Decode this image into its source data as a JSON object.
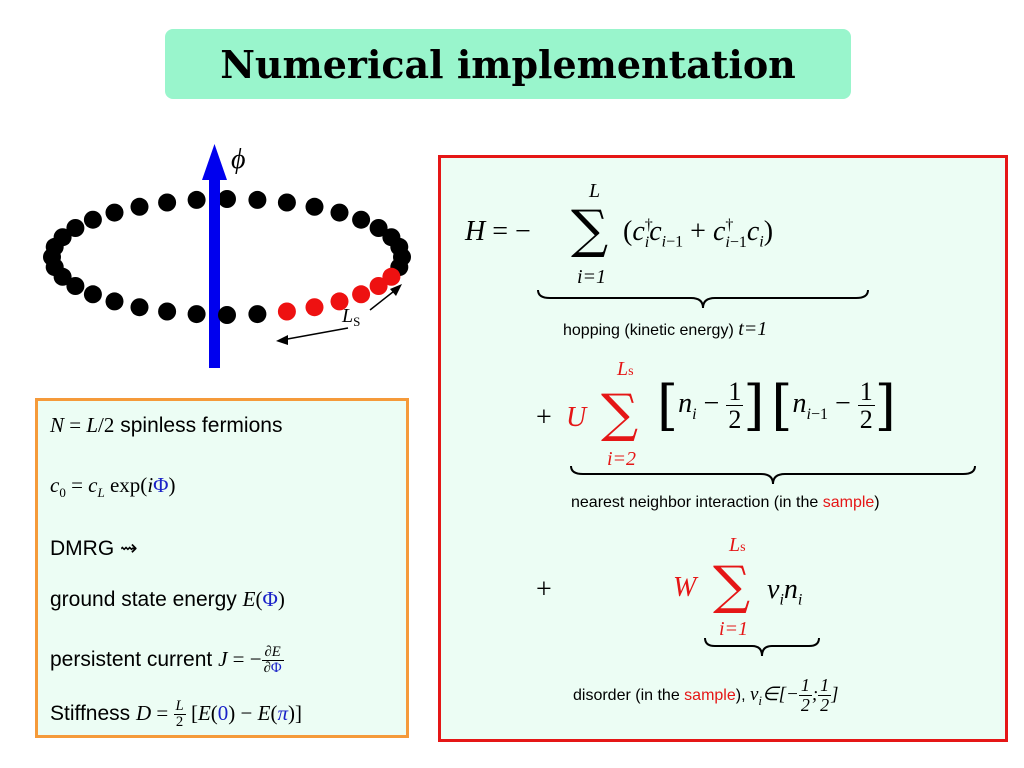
{
  "title": "Numerical implementation",
  "figure": {
    "flux_label": "ϕ",
    "sample_label": "L",
    "sample_label_sub": "S"
  },
  "left_box": {
    "line1_math": "N = L/2",
    "line1_text": " spinless fermions",
    "line2_math": "c0 = cL exp(iΦ)",
    "line3_text": "DMRG ⇝",
    "line4_text": "ground state energy ",
    "line4_math": "E(Φ)",
    "line5_text": "persistent current ",
    "line5_math": "J = −∂E/∂Φ",
    "line6_text": "Stiffness ",
    "line6_math": "D = L/2 [E(0) − E(π)]"
  },
  "right_box": {
    "hopping": {
      "lhs": "H = −",
      "sum_upper": "L",
      "sum_lower": "i=1",
      "body": "(c†i ci−1 + c†i−1 ci)",
      "caption_text": "hopping (kinetic energy) ",
      "caption_math": "t=1"
    },
    "interaction": {
      "plus": "+",
      "coef": "U",
      "sum_upper": "Ls",
      "sum_lower": "i=2",
      "body": "[ni − 1/2][ni−1 − 1/2]",
      "caption_pre": "nearest neighbor interaction (in the ",
      "caption_red": "sample",
      "caption_post": ")"
    },
    "disorder": {
      "plus": "+",
      "coef": "W",
      "sum_upper": "Ls",
      "sum_lower": "i=1",
      "body": "vi ni",
      "caption_pre": "disorder (in the ",
      "caption_red": "sample",
      "caption_post": "), ",
      "caption_math": "vi∈[−1/2;1/2]"
    }
  },
  "colors": {
    "title_bg": "#99f5cc",
    "box_bg": "#ecfdf4",
    "left_border": "#f59a3a",
    "right_border": "#e51616",
    "flux_arrow": "#0000ee",
    "site_black": "#000000",
    "site_red": "#ee1111",
    "blue_symbol": "#1a22c8"
  }
}
